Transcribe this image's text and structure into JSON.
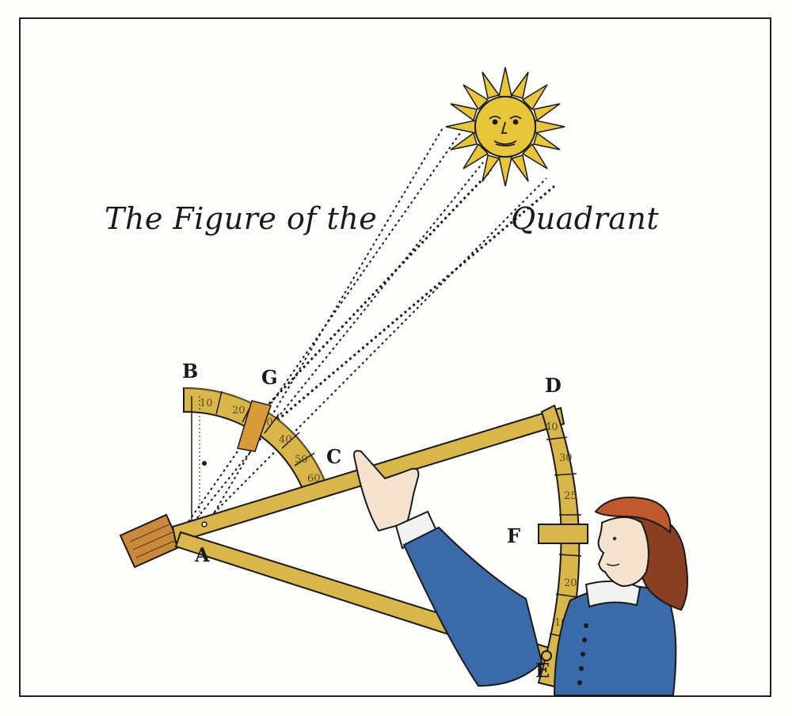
{
  "title": {
    "part1": "The Figure of the",
    "part2": "Quadrant"
  },
  "labels": {
    "A": "A",
    "B": "B",
    "C": "C",
    "D": "D",
    "E": "E",
    "F": "F",
    "G": "G"
  },
  "scale_marks": {
    "small_arc": [
      "10",
      "20",
      "30",
      "40",
      "50",
      "60"
    ],
    "large_arc": [
      "40",
      "30",
      "25",
      "20",
      "10"
    ]
  },
  "colors": {
    "ink": "#1a1a1a",
    "wood": "#d9b64a",
    "wood_dark": "#8a6a1c",
    "sun": "#e8c63a",
    "coat": "#3b6aa8",
    "hair": "#8a3f22",
    "hat": "#c05a2c",
    "box": "#c9893a"
  }
}
